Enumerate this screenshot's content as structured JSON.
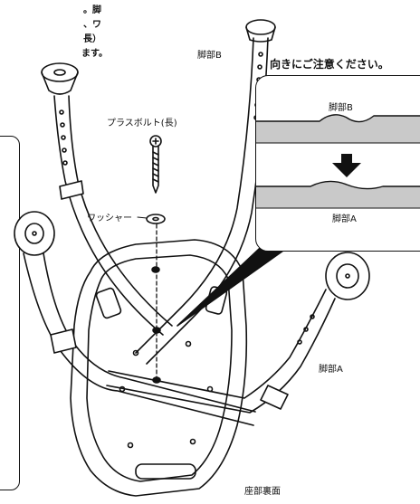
{
  "intro_lines": [
    "。脚",
    "、ワ",
    "長）",
    "ます。"
  ],
  "callout_title": "向きにご注意ください。",
  "labels": {
    "leg_b_top": "脚部B",
    "screw": "プラスボルト(長)",
    "washer": "ワッシャー",
    "leg_a_right": "脚部A",
    "seat_underside": "座部裏面",
    "callout_leg_b": "脚部B",
    "callout_leg_a": "脚部A"
  },
  "colors": {
    "line": "#111111",
    "leg_band": "#c9c9c9",
    "background": "#ffffff"
  }
}
